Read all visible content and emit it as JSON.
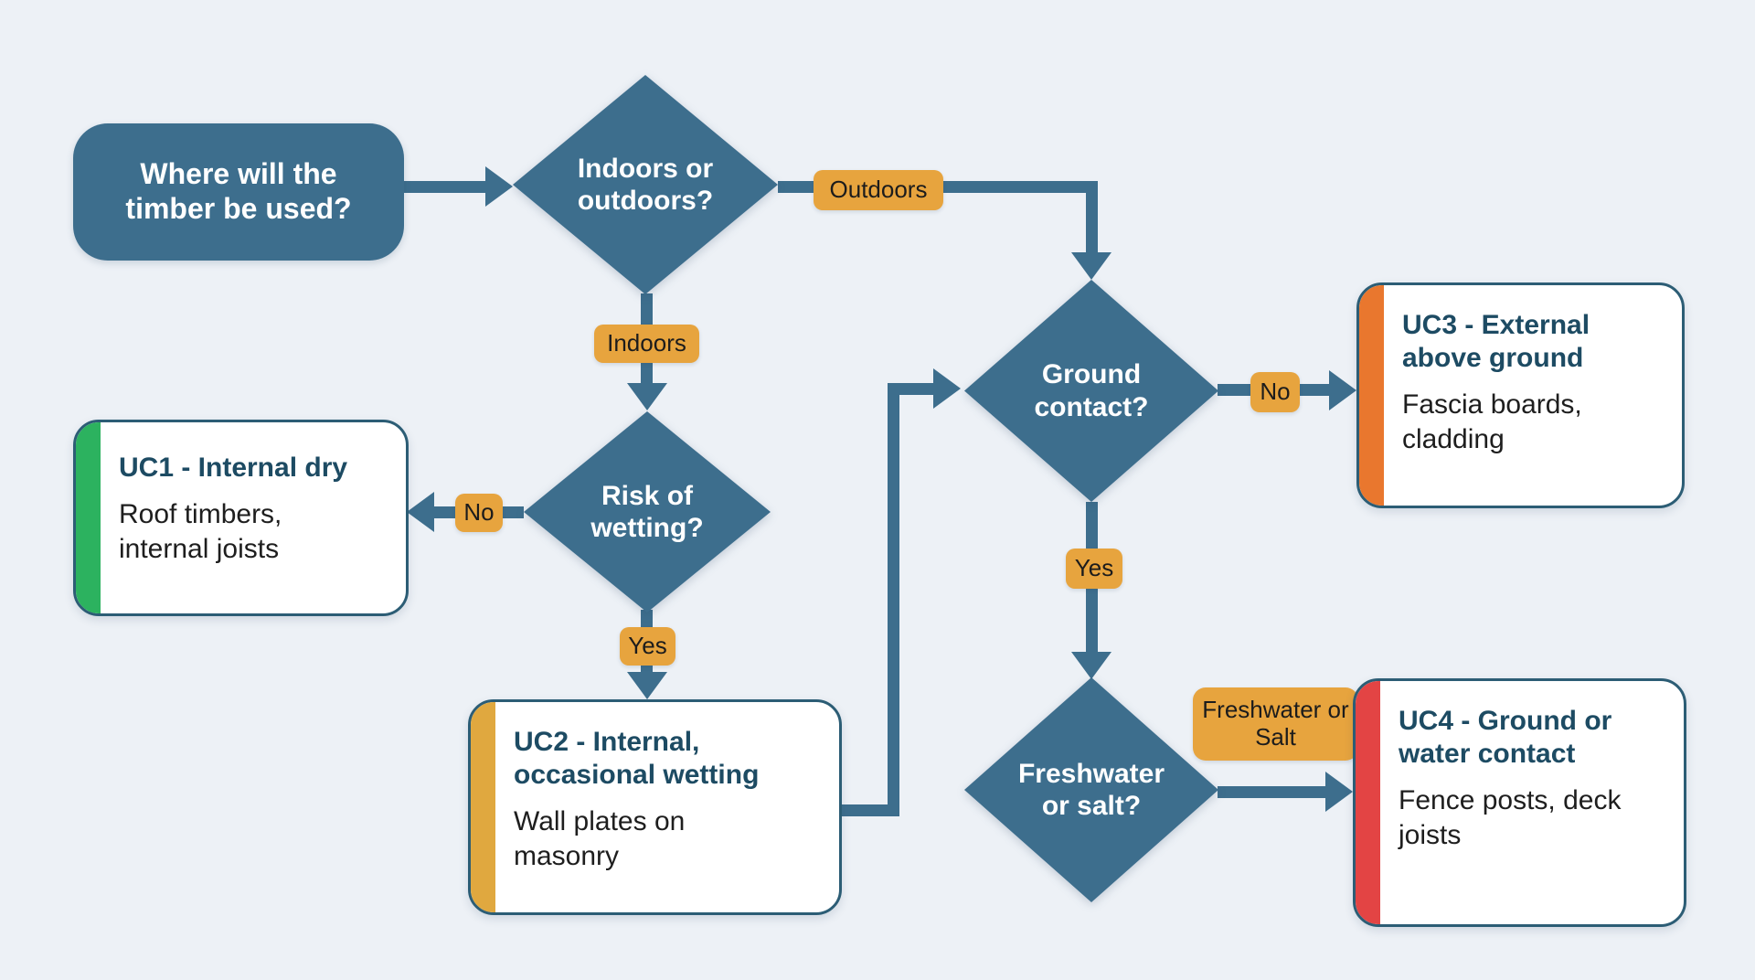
{
  "colors": {
    "canvas_bg": "#edf1f6",
    "node_teal": "#3d6e8d",
    "edge_teal": "#3d6e8d",
    "badge_bg": "#e7a43e",
    "badge_text": "#1c1c1c",
    "card_bg": "#ffffff",
    "card_border": "#2c5d75",
    "card_title": "#1d4b63",
    "card_body": "#1e1e1e",
    "accent_uc1": "#2cb25f",
    "accent_uc2": "#e0a83f",
    "accent_uc3": "#e9772e",
    "accent_uc4": "#e34444"
  },
  "start": {
    "label": "Where will the timber be used?"
  },
  "decisions": {
    "indoors_outdoors": {
      "label": "Indoors or outdoors?"
    },
    "risk_of_wetting": {
      "label": "Risk of wetting?"
    },
    "ground_contact": {
      "label": "Ground contact?"
    },
    "freshwater_or_salt": {
      "label": "Freshwater or salt?"
    }
  },
  "edge_labels": {
    "outdoors": "Outdoors",
    "indoors": "Indoors",
    "wetting_no": "No",
    "wetting_yes": "Yes",
    "ground_no": "No",
    "ground_yes": "Yes",
    "freshwater_or_salt": "Freshwater or Salt"
  },
  "outcomes": {
    "uc1": {
      "title": "UC1 - Internal dry",
      "desc": "Roof timbers, internal joists"
    },
    "uc2": {
      "title": "UC2 - Internal, occasional wetting",
      "desc": "Wall plates on masonry"
    },
    "uc3": {
      "title": "UC3 - External above ground",
      "desc": "Fascia boards, cladding"
    },
    "uc4": {
      "title": "UC4 - Ground or water contact",
      "desc": "Fence posts, deck joists"
    }
  }
}
